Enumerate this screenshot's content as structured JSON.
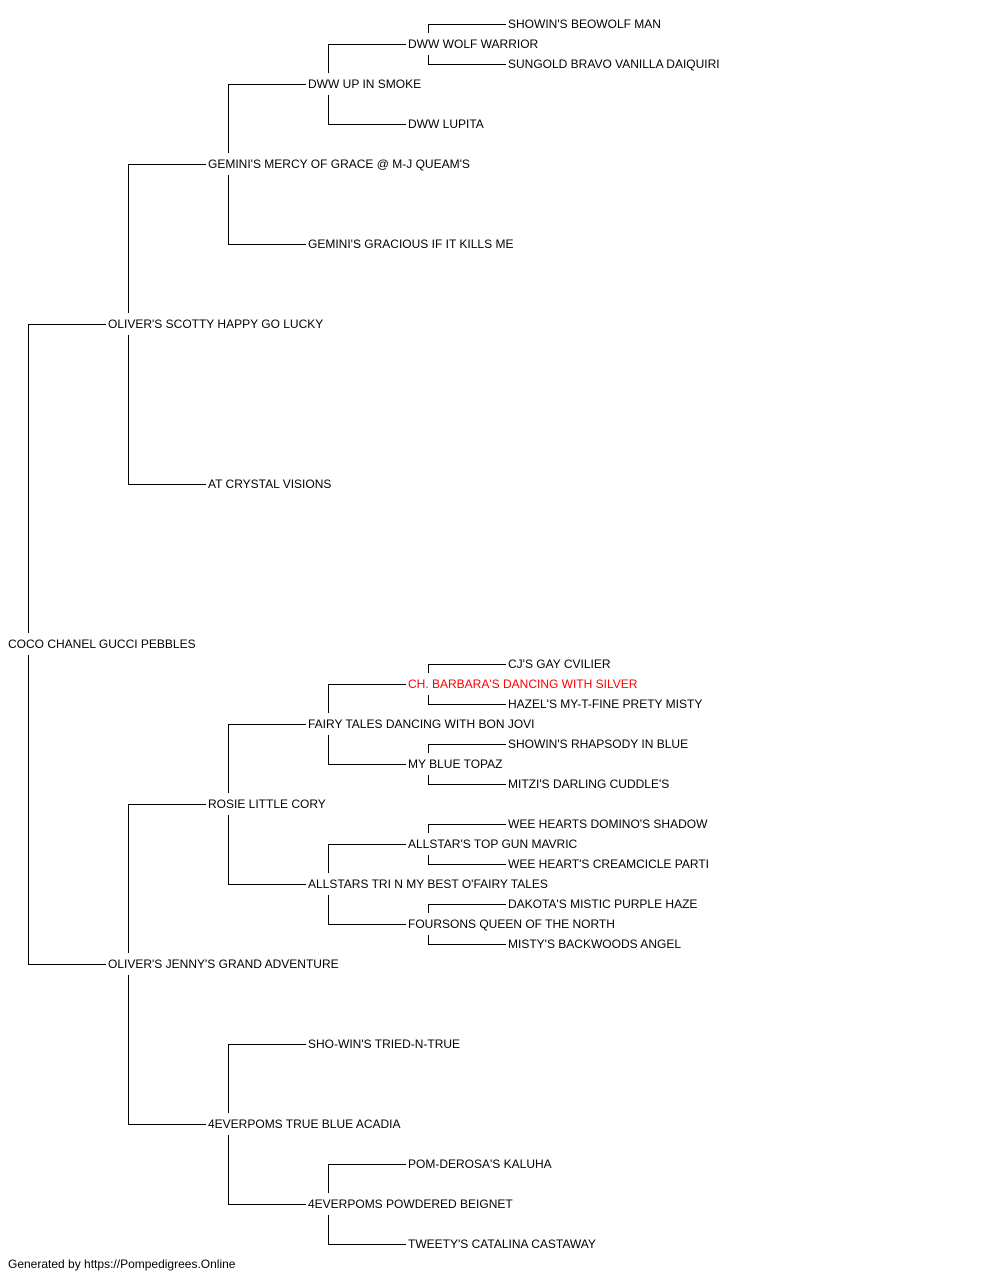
{
  "colors": {
    "line": "#000000",
    "text": "#000000",
    "champion": "#ff0000"
  },
  "pedigree": {
    "name": "COCO CHANEL GUCCI PEBBLES",
    "sire": {
      "name": "OLIVER'S SCOTTY HAPPY GO LUCKY",
      "sire": {
        "name": "GEMINI'S MERCY OF GRACE @ M-J QUEAM'S",
        "sire": {
          "name": "DWW UP IN SMOKE",
          "sire": {
            "name": "DWW WOLF WARRIOR",
            "sire": {
              "name": "SHOWIN'S BEOWOLF MAN"
            },
            "dam": {
              "name": "SUNGOLD BRAVO VANILLA DAIQUIRI"
            }
          },
          "dam": {
            "name": "DWW LUPITA"
          }
        },
        "dam": {
          "name": "GEMINI'S GRACIOUS IF IT KILLS ME"
        }
      },
      "dam": {
        "name": "AT CRYSTAL VISIONS"
      }
    },
    "dam": {
      "name": "OLIVER'S JENNY'S GRAND ADVENTURE",
      "sire": {
        "name": "ROSIE LITTLE CORY",
        "sire": {
          "name": "FAIRY TALES DANCING WITH BON JOVI",
          "sire": {
            "name": "CH. BARBARA'S DANCING WITH SILVER",
            "champion": true,
            "sire": {
              "name": "CJ'S GAY CVILIER"
            },
            "dam": {
              "name": "HAZEL'S MY-T-FINE PRETY MISTY"
            }
          },
          "dam": {
            "name": "MY BLUE TOPAZ",
            "sire": {
              "name": "SHOWIN'S RHAPSODY IN BLUE"
            },
            "dam": {
              "name": "MITZI'S DARLING CUDDLE'S"
            }
          }
        },
        "dam": {
          "name": "ALLSTARS TRI N MY BEST O'FAIRY TALES",
          "sire": {
            "name": "ALLSTAR'S TOP GUN MAVRIC",
            "sire": {
              "name": "WEE HEARTS DOMINO'S SHADOW"
            },
            "dam": {
              "name": "WEE HEART'S CREAMCICLE PARTI"
            }
          },
          "dam": {
            "name": "FOURSONS QUEEN OF THE NORTH",
            "sire": {
              "name": "DAKOTA'S MISTIC PURPLE HAZE"
            },
            "dam": {
              "name": "MISTY'S BACKWOODS ANGEL"
            }
          }
        }
      },
      "dam": {
        "name": "4EVERPOMS TRUE BLUE ACADIA",
        "sire": {
          "name": "SHO-WIN'S TRIED-N-TRUE"
        },
        "dam": {
          "name": "4EVERPOMS POWDERED BEIGNET",
          "sire": {
            "name": "POM-DEROSA'S KALUHA"
          },
          "dam": {
            "name": "TWEETY'S CATALINA CASTAWAY"
          }
        }
      }
    }
  },
  "footer": {
    "text": "Generated by https://Pompedigrees.Online"
  }
}
